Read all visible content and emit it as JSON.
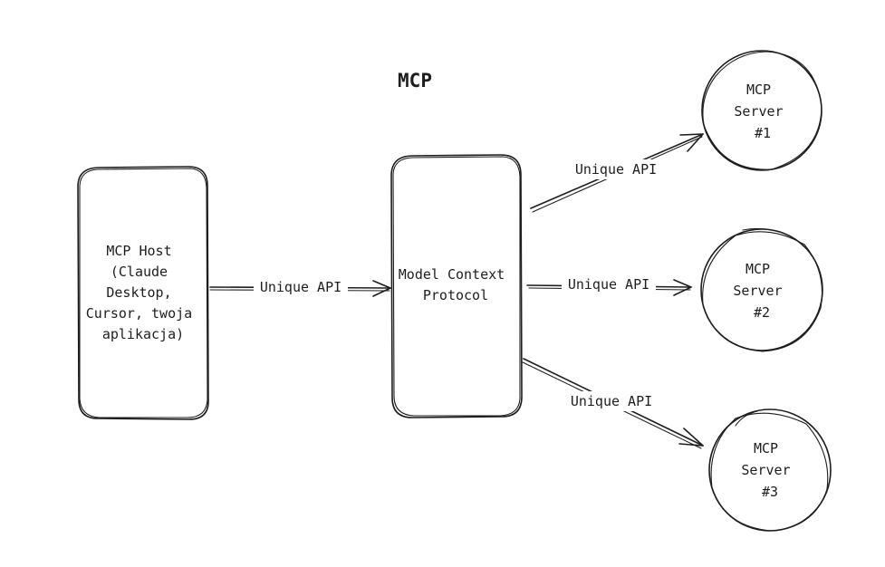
{
  "title": "MCP",
  "host": {
    "lines": [
      "MCP Host",
      "(Claude",
      "Desktop,",
      "Cursor, twoja",
      "aplikacja)"
    ]
  },
  "protocol": {
    "lines": [
      "Model Context",
      "Protocol"
    ]
  },
  "servers": [
    {
      "lines": [
        "MCP",
        "Server",
        "#1"
      ]
    },
    {
      "lines": [
        "MCP",
        "Server",
        "#2"
      ]
    },
    {
      "lines": [
        "MCP",
        "Server",
        "#3"
      ]
    }
  ],
  "edges": {
    "host_to_protocol": "Unique API",
    "protocol_to_server1": "Unique API",
    "protocol_to_server2": "Unique API",
    "protocol_to_server3": "Unique API"
  },
  "colors": {
    "stroke": "#1e1e1e",
    "background": "#ffffff"
  }
}
